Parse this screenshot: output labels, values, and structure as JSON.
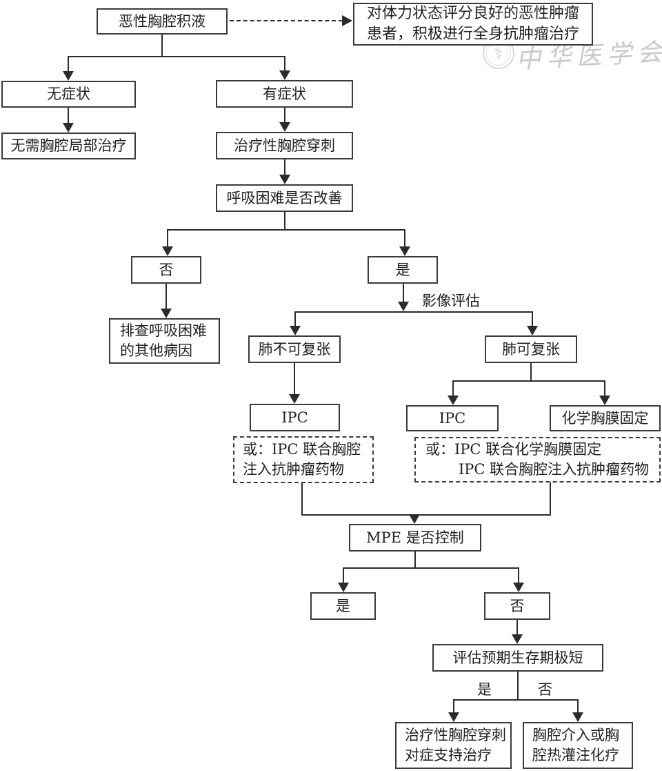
{
  "nodes": {
    "root": {
      "label": "恶性胸腔积液"
    },
    "systemic": {
      "line1": "对体力状态评分良好的恶性肿瘤",
      "line2": "患者，积极进行全身抗肿瘤治疗"
    },
    "asymptomatic": {
      "label": "无症状"
    },
    "no_local_treatment": {
      "label": "无需胸腔局部治疗"
    },
    "symptomatic": {
      "label": "有症状"
    },
    "therapeutic_thoracentesis": {
      "label": "治疗性胸腔穿刺"
    },
    "dyspnea_improved": {
      "label": "呼吸困难是否改善"
    },
    "no1": {
      "label": "否"
    },
    "yes1": {
      "label": "是"
    },
    "investigate_other_causes": {
      "line1": "排查呼吸困难",
      "line2": "的其他病因"
    },
    "lung_nonexpandable": {
      "label": "肺不可复张"
    },
    "lung_expandable": {
      "label": "肺可复张"
    },
    "ipc_left": {
      "label": "IPC"
    },
    "ipc_right": {
      "label": "IPC"
    },
    "chemical_pleurodesis": {
      "label": "化学胸膜固定"
    },
    "alt_left": {
      "line1": "或：IPC 联合胸腔",
      "line2": "注入抗肿瘤药物"
    },
    "alt_right": {
      "line1": "或：IPC 联合化学胸膜固定",
      "line2": "IPC 联合胸腔注入抗肿瘤药物"
    },
    "mpe_controlled": {
      "label": "MPE 是否控制"
    },
    "yes2": {
      "label": "是"
    },
    "no2": {
      "label": "否"
    },
    "short_survival": {
      "label": "评估预期生存期极短"
    },
    "palliative": {
      "line1": "治疗性胸腔穿刺",
      "line2": "对症支持治疗"
    },
    "intrapleural_therapy": {
      "line1": "胸腔介入或胸",
      "line2": "腔热灌注化疗"
    }
  },
  "edge_labels": {
    "imaging": "影像评估",
    "branch_yes": "是",
    "branch_no": "否"
  },
  "watermark": {
    "text": "中华医学会",
    "seal_symbol": "⚕"
  },
  "colors": {
    "line": "#2b2b2b",
    "box_border": "#3a3a3a",
    "watermark": "#c9c9c9",
    "background": "#ffffff"
  }
}
